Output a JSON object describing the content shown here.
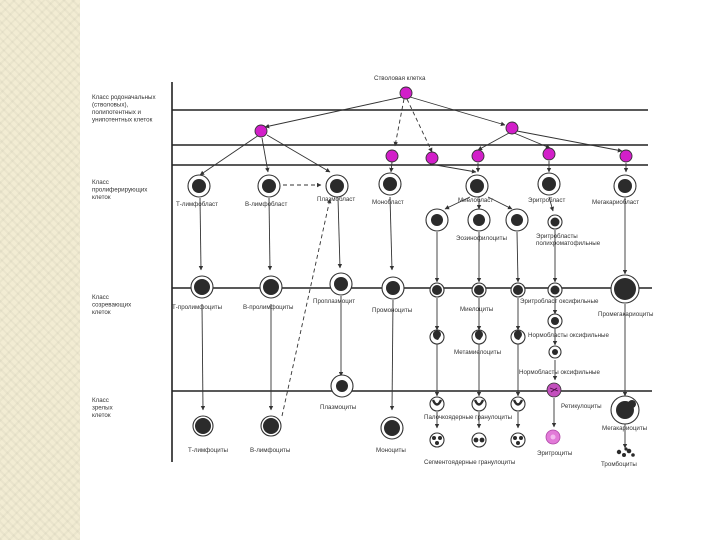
{
  "rows": [
    [
      "Класс родоначальных",
      "(стволовых),",
      "полипотентных и",
      "унипотентных клеток"
    ],
    [
      "Класс",
      "пролиферирующих",
      "клеток"
    ],
    [
      "Класс",
      "созревающих",
      "клеток"
    ],
    [
      "Класс",
      "зрелых",
      "клеток"
    ]
  ],
  "stem_cell": "Стволовая клетка",
  "cells": {
    "t_lymphoblast": "Т-лимфобласт",
    "b_lymphoblast": "В-лимфобласт",
    "plasmablast": "Плазмобласт",
    "monoblast": "Монобласт",
    "myeloblast": "Миелобласт",
    "erythroblast": "Эритробласт",
    "megakaryoblast": "Мегакариобласт",
    "eosinophils": "Эозинофилоциты",
    "polychromatophil_eb": [
      "Эритробласты",
      "полихроматофильные"
    ],
    "t_prolymphocytes": "Т-пролимфоциты",
    "b_prolymphocytes": "В-пролимфоциты",
    "proplasmocyte": "Проплазмоцит",
    "promonocytes": "Промоноциты",
    "myelocytes": "Миелоциты",
    "oxyphil_eb": "Эритробласт оксифильные",
    "promegakaryocytes": "Промегакариоциты",
    "normoblasts_ox1": "Нормобласты оксифильные",
    "metamyelocytes": "Метамиелоциты",
    "normoblasts_ox2": "Нормобласты оксифильные",
    "plasmocytes": "Плазмоциты",
    "band_granulocytes": "Палочкоядерные гранулоциты",
    "reticulocytes": "Ретикулоциты",
    "megakaryocytes": "Мегакариоциты",
    "t_lymphocytes": "Т-лимфоциты",
    "b_lymphocytes": "В-лимфоциты",
    "monocytes": "Моноциты",
    "segmented_granulocytes": "Сегментоядерные гранулоциты",
    "erythrocytes": "Эритроциты",
    "thrombocytes": "Тромбоциты"
  },
  "colors": {
    "stem": "#d21fc9",
    "erythrocyte": "#e27ad8",
    "reticulocyte": "#c34fbd",
    "strip": "#f2ecd3"
  }
}
